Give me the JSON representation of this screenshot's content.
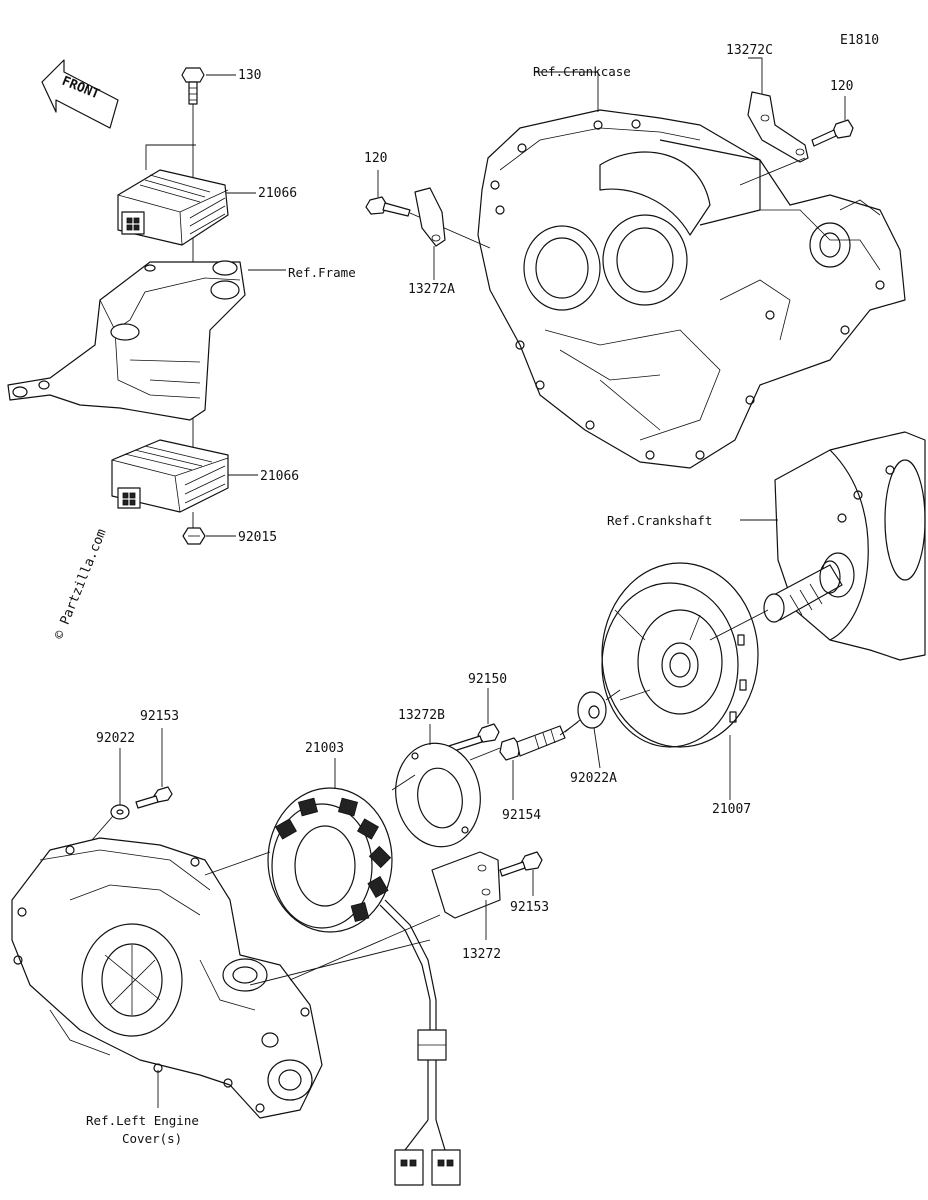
{
  "diagram": {
    "code": "E1810",
    "front_label": "FRONT",
    "watermark": "© Partzilla.com",
    "labels": {
      "p130": "130",
      "p21066a": "21066",
      "ref_frame": "Ref.Frame",
      "p21066b": "21066",
      "p92015": "92015",
      "ref_crankcase": "Ref.Crankcase",
      "p13272c": "13272C",
      "p120a": "120",
      "p120b": "120",
      "p13272a": "13272A",
      "ref_crankshaft": "Ref.Crankshaft",
      "p92150": "92150",
      "p13272b": "13272B",
      "p92153a": "92153",
      "p92022": "92022",
      "p21003": "21003",
      "p92154": "92154",
      "p92022a": "92022A",
      "p21007": "21007",
      "p92153b": "92153",
      "p13272": "13272",
      "ref_cover_line1": "Ref.Left Engine",
      "ref_cover_line2": "Cover(s)"
    }
  }
}
